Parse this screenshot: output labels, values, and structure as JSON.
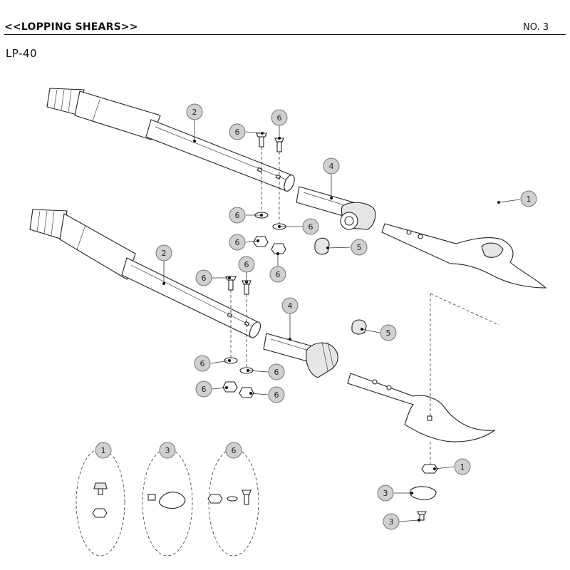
{
  "header": {
    "title": "<<LOPPING SHEARS>>",
    "doc_number": "NO. 3"
  },
  "model": "LP-40",
  "callouts": {
    "part_1": "1",
    "part_2": "2",
    "part_3": "3",
    "part_4": "4",
    "part_5": "5",
    "part_6": "6"
  }
}
